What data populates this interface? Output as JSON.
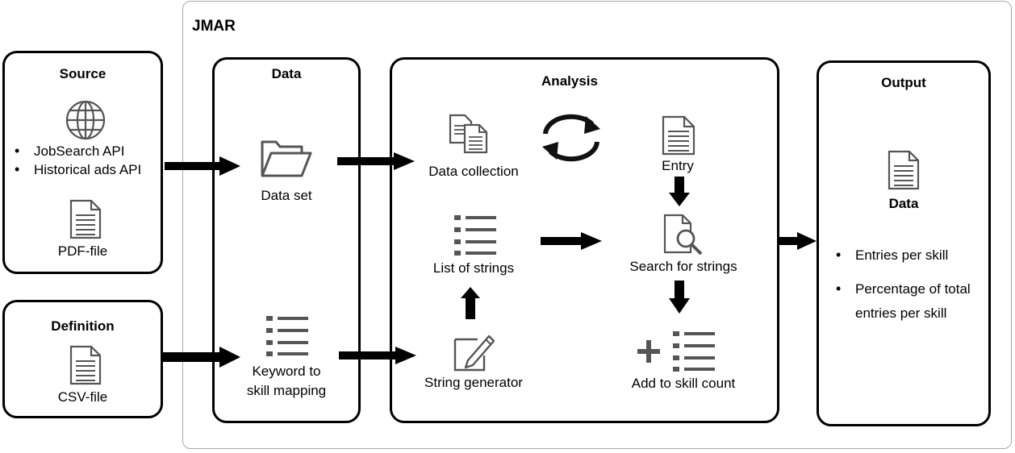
{
  "container": {
    "title": "JMAR"
  },
  "source": {
    "title": "Source",
    "apis": [
      "JobSearch API",
      "Historical ads API"
    ],
    "file_label": "PDF-file",
    "icons": [
      "globe-icon",
      "document-icon"
    ]
  },
  "definition": {
    "title": "Definition",
    "file_label": "CSV-file",
    "icons": [
      "document-icon"
    ]
  },
  "data": {
    "title": "Data",
    "dataset_label": "Data set",
    "mapping_label_line1": "Keyword to",
    "mapping_label_line2": "skill mapping",
    "icons": [
      "folder-icon",
      "list-icon"
    ]
  },
  "analysis": {
    "title": "Analysis",
    "collection_label": "Data collection",
    "entry_label": "Entry",
    "list_label": "List of strings",
    "search_label": "Search for strings",
    "generator_label": "String generator",
    "count_label": "Add to skill count",
    "icons": [
      "documents-icon",
      "cycle-icon",
      "document-icon",
      "list-icon",
      "search-document-icon",
      "edit-icon",
      "plus-list-icon"
    ]
  },
  "output": {
    "title": "Output",
    "data_label": "Data",
    "items": [
      "Entries per skill",
      "Percentage of total",
      "entries per skill"
    ],
    "icons": [
      "document-icon"
    ]
  }
}
